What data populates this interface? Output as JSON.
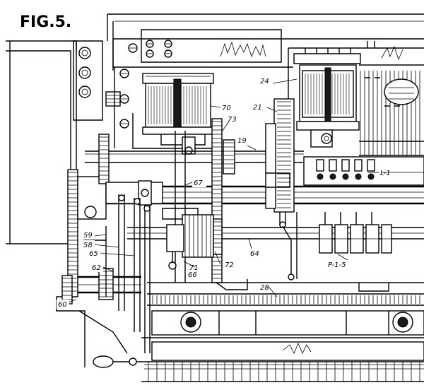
{
  "figure": {
    "title": "FIG.5."
  },
  "refs": [
    {
      "id": "r24",
      "text": "24"
    },
    {
      "id": "r70",
      "text": "70"
    },
    {
      "id": "r73",
      "text": "73"
    },
    {
      "id": "r21",
      "text": "21"
    },
    {
      "id": "r19",
      "text": "19"
    },
    {
      "id": "rL1",
      "text": "L-1"
    },
    {
      "id": "r67",
      "text": "67"
    },
    {
      "id": "r59",
      "text": "59"
    },
    {
      "id": "r58",
      "text": "58"
    },
    {
      "id": "r65",
      "text": "65"
    },
    {
      "id": "r64",
      "text": "64"
    },
    {
      "id": "r62",
      "text": "62"
    },
    {
      "id": "r71",
      "text": "71"
    },
    {
      "id": "r66",
      "text": "66"
    },
    {
      "id": "r72",
      "text": "72"
    },
    {
      "id": "rP15",
      "text": "P-1-5"
    },
    {
      "id": "r28",
      "text": "28"
    },
    {
      "id": "r60",
      "text": "60"
    }
  ]
}
